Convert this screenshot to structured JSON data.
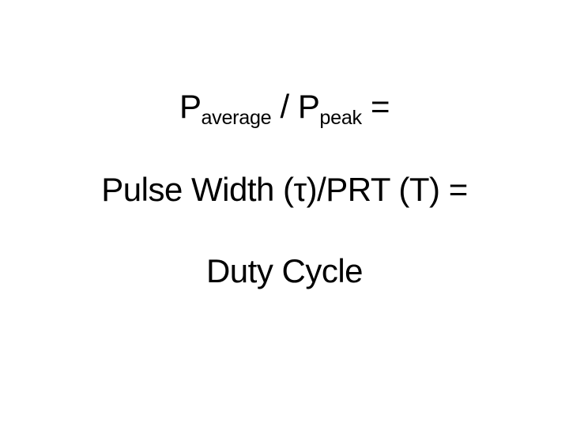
{
  "slide": {
    "background_color": "#ffffff",
    "text_color": "#000000",
    "formula_line": {
      "term1_base": "P",
      "term1_subscript": "average",
      "divide_operator": " / ",
      "term2_base": "P",
      "term2_subscript": "peak",
      "equals_sign": " ="
    },
    "ratio_line": "Pulse Width (τ)/PRT (T) =",
    "result_line": "Duty Cycle"
  }
}
